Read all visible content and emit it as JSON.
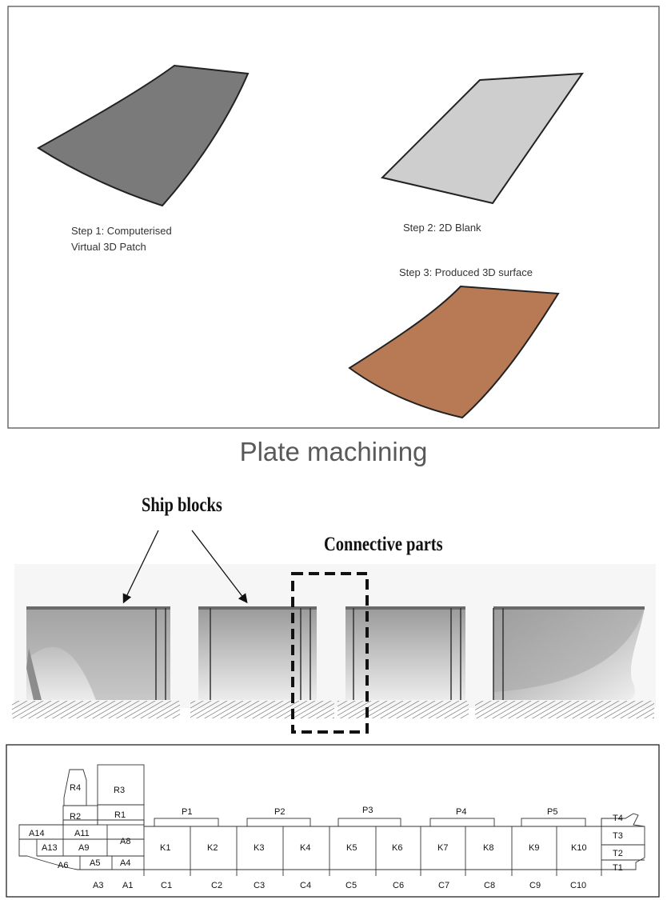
{
  "panel1": {
    "step1_line1": "Step 1: Computerised",
    "step1_line2": "Virtual 3D Patch",
    "step2": "Step 2: 2D Blank",
    "step3": "Step 3: Produced 3D surface",
    "colors": {
      "patch": "#7a7a7a",
      "blank": "#cecece",
      "surface": "#b87a55"
    }
  },
  "caption": "Plate machining",
  "panel2": {
    "ship_blocks_label": "Ship blocks",
    "connective_label": "Connective parts"
  },
  "panel3": {
    "cells": {
      "R4": "R4",
      "R3": "R3",
      "R2": "R2",
      "R1": "R1",
      "A14": "A14",
      "A13": "A13",
      "A11": "A11",
      "A9": "A9",
      "A8": "A8",
      "A6": "A6",
      "A5": "A5",
      "A4": "A4",
      "A3": "A3",
      "A1": "A1",
      "K1": "K1",
      "K2": "K2",
      "K3": "K3",
      "K4": "K4",
      "K5": "K5",
      "K6": "K6",
      "K7": "K7",
      "K8": "K8",
      "K9": "K9",
      "K10": "K10",
      "T1": "T1",
      "T2": "T2",
      "T3": "T3",
      "T4": "T4"
    },
    "p_labels": [
      "P1",
      "P2",
      "P3",
      "P4",
      "P5"
    ],
    "c_labels": [
      "C1",
      "C2",
      "C3",
      "C4",
      "C5",
      "C6",
      "C7",
      "C8",
      "C9",
      "C10"
    ]
  }
}
